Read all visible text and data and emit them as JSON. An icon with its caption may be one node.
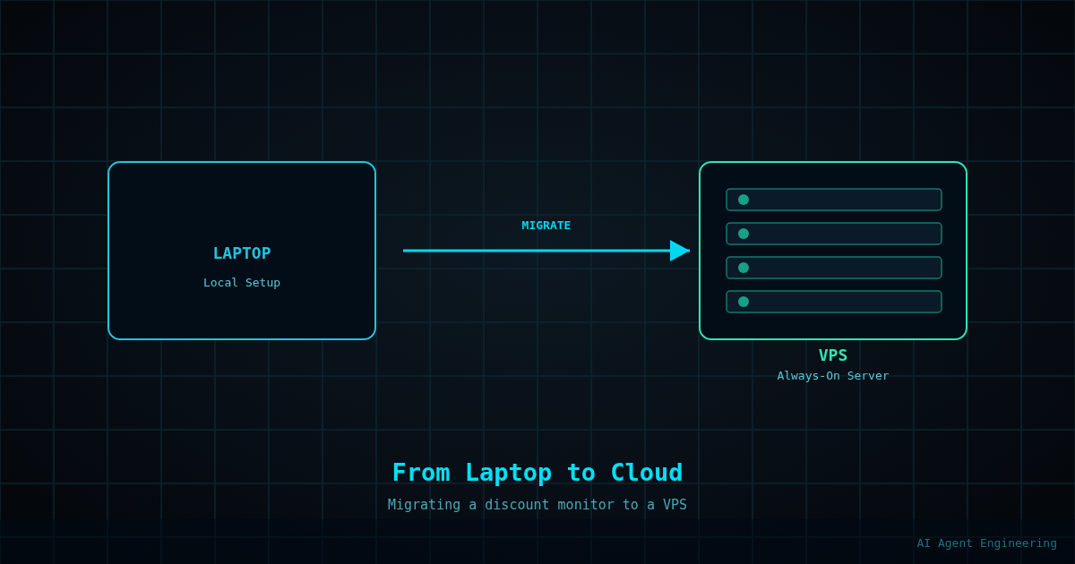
{
  "diagram": {
    "title": "From Laptop to Cloud",
    "caption": "Migrating a discount monitor to a VPS",
    "nodes": [
      {
        "text": [
          "LAPTOP",
          "Local Setup"
        ]
      },
      {
        "text": [
          "VPS",
          "Always-On Server"
        ]
      }
    ],
    "edges": [
      {
        "from": 0,
        "to": 1,
        "arrow": "to",
        "label": "MIGRATE"
      }
    ],
    "labels": [
      "AI Agent Engineering"
    ]
  }
}
